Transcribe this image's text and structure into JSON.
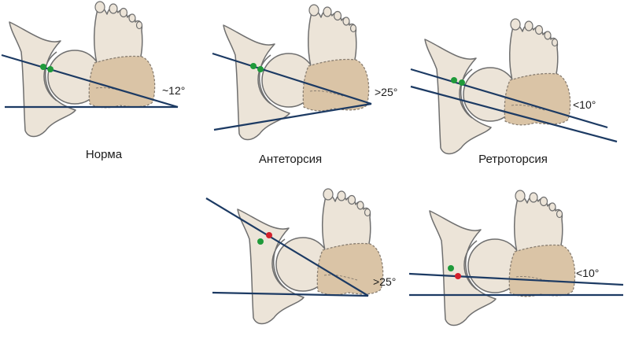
{
  "colors": {
    "bone_fill": "#ece4d8",
    "bone_stroke": "#6f6f6f",
    "joint_fill": "#dac4a6",
    "joint_stroke": "#8a7f72",
    "axis_line": "#1c3a63",
    "dot_green": "#1f9a3a",
    "dot_red": "#d21f2b"
  },
  "panels": [
    {
      "id": "norma",
      "caption": "Норма",
      "angle_label": "~12°",
      "head_dots": [
        "green",
        "green"
      ]
    },
    {
      "id": "antetorsia",
      "caption": "Антеторсия",
      "angle_label": ">25°",
      "head_dots": [
        "green",
        "green"
      ]
    },
    {
      "id": "retrotorsia",
      "caption": "Ретроторсия",
      "angle_label": "<10°",
      "head_dots": [
        "green",
        "green"
      ]
    },
    {
      "id": "antetorsia-corrected",
      "caption": "",
      "angle_label": ">25°",
      "head_dots": [
        "green",
        "red"
      ]
    },
    {
      "id": "retrotorsia-corrected",
      "caption": "",
      "angle_label": "<10°",
      "head_dots": [
        "green",
        "red"
      ]
    }
  ]
}
